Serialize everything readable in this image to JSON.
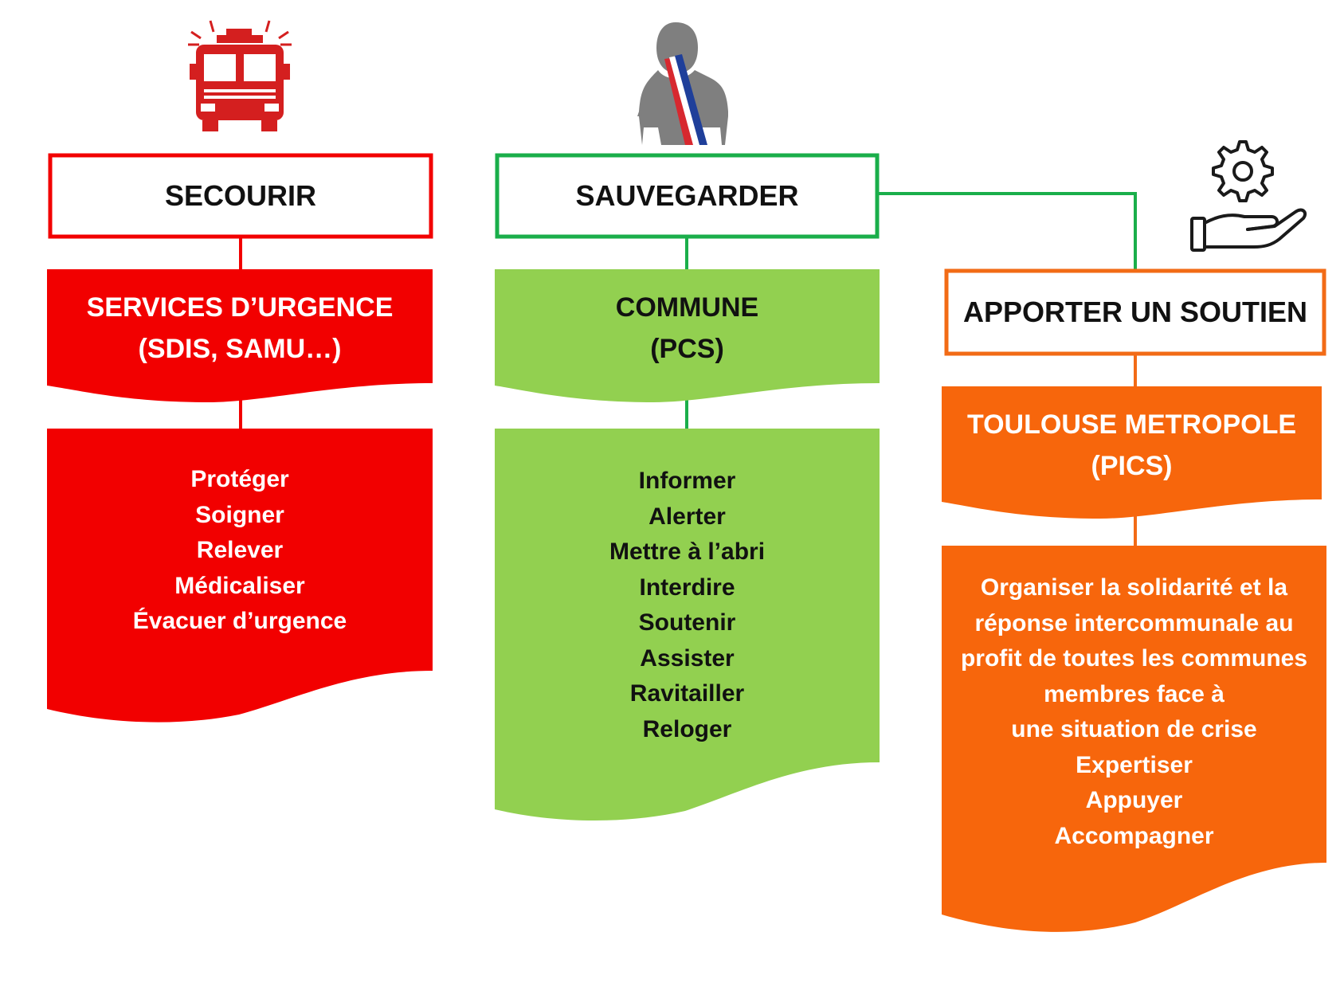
{
  "colors": {
    "red": "#f20000",
    "green": "#92d050",
    "green_border": "#1aae4a",
    "orange": "#f7660c",
    "orange_border": "#f26b16"
  },
  "icons": {
    "col1": "fire-truck-icon",
    "col2": "mayor-with-sash-icon",
    "col3": "gear-in-hand-icon"
  },
  "columns": [
    {
      "action": "SECOURIR",
      "actor_line1": "SERVICES D’URGENCE",
      "actor_line2": "(SDIS, SAMU…)",
      "tasks": [
        "Protéger",
        "Soigner",
        "Relever",
        "Médicaliser",
        "Évacuer d’urgence"
      ]
    },
    {
      "action": "SAUVEGARDER",
      "actor_line1": "COMMUNE",
      "actor_line2": "(PCS)",
      "tasks": [
        "Informer",
        "Alerter",
        "Mettre à l’abri",
        "Interdire",
        "Soutenir",
        "Assister",
        "Ravitailler",
        "Reloger"
      ]
    },
    {
      "action": "APPORTER UN SOUTIEN",
      "actor_line1": "TOULOUSE METROPOLE",
      "actor_line2": "(PICS)",
      "tasks": [
        "Organiser la solidarité et la",
        "réponse  intercommunale au",
        "profit de toutes les communes",
        "membres face à",
        "une situation de crise",
        "Expertiser",
        "Appuyer",
        "Accompagner"
      ]
    }
  ]
}
